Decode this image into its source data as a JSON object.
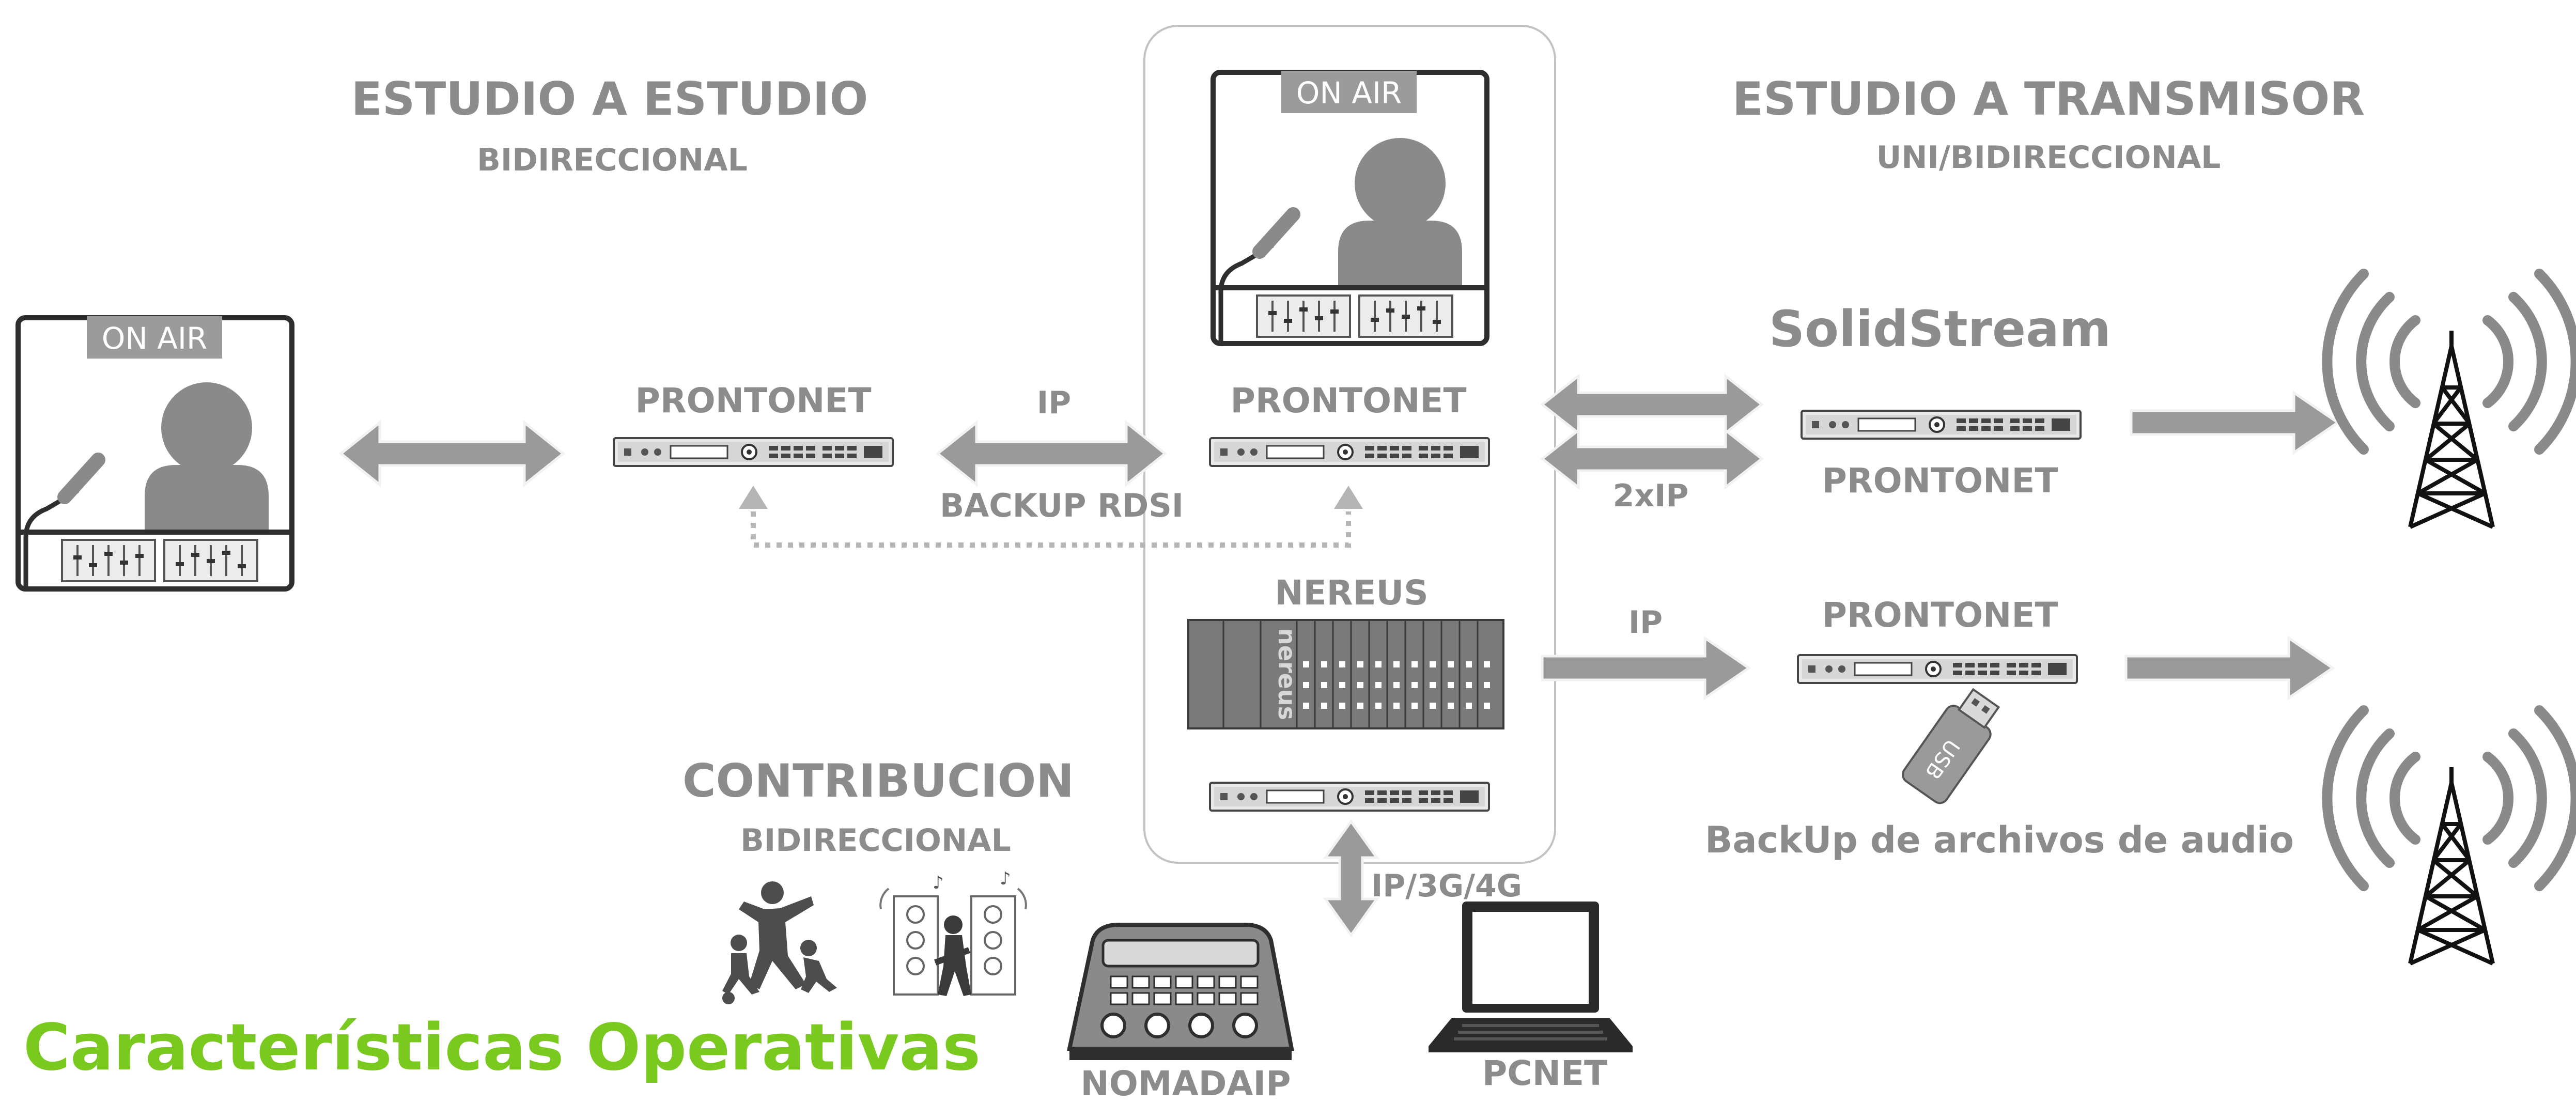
{
  "sections": {
    "estudio_a_estudio": {
      "title": "ESTUDIO A ESTUDIO",
      "subtitle": "BIDIRECCIONAL"
    },
    "estudio_a_transmisor": {
      "title": "ESTUDIO A TRANSMISOR",
      "subtitle": "UNI/BIDIRECCIONAL"
    },
    "contribucion": {
      "title": "CONTRIBUCION",
      "subtitle": "BIDIRECCIONAL"
    }
  },
  "studios": {
    "left_on_air": "ON AIR",
    "center_on_air": "ON AIR"
  },
  "devices": {
    "prontonet_left": "PRONTONET",
    "prontonet_center": "PRONTONET",
    "prontonet_right_top": "PRONTONET",
    "prontonet_right_bottom": "PRONTONET",
    "solidstream": "SolidStream",
    "nereus": "NEREUS",
    "nereus_logo": "nereus",
    "nomadaip": "NOMADAIP",
    "pcnet": "PCNET",
    "usb_label": "USB"
  },
  "links": {
    "ip_top": "IP",
    "backup_rdsi": "BACKUP RDSI",
    "two_x_ip": "2xIP",
    "ip_right": "IP",
    "ip_3g_4g": "IP/3G/4G"
  },
  "notes": {
    "audio_backup": "BackUp de archivos de audio"
  },
  "footer": {
    "title": "Características Operativas"
  },
  "colors": {
    "text_gray": "#8c8c8c",
    "device_gray": "#7a7a7a",
    "arrow_gray": "#9a9a9a",
    "footer_green": "#7ac91f"
  }
}
